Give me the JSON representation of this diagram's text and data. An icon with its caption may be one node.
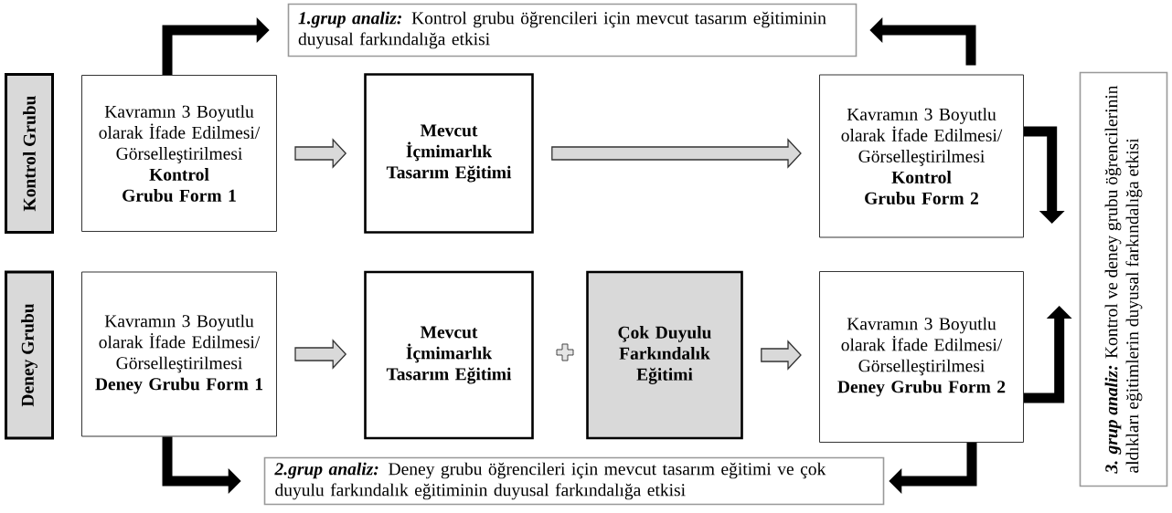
{
  "diagram": {
    "nodes": [
      {
        "text": [
          "1.grup analiz:",
          "Kontrol grubu öğrencileri için mevcut tasarım eğitiminin duyusal farkındalığa etkisi"
        ]
      },
      {
        "text": [
          "Kontrol Grubu"
        ]
      },
      {
        "text": [
          "Kavramın 3 Boyutlu olarak İfade Edilmesi/ Görselleştirilmesi",
          "Kontrol Grubu Form 1"
        ]
      },
      {
        "text": [
          "Mevcut İçmimarlık Tasarım Eğitimi"
        ]
      },
      {
        "text": [
          "Kavramın 3 Boyutlu olarak İfade Edilmesi/ Görselleştirilmesi",
          "Kontrol Grubu Form 2"
        ]
      },
      {
        "text": [
          "Deney Grubu"
        ]
      },
      {
        "text": [
          "Kavramın 3 Boyutlu olarak İfade Edilmesi/ Görselleştirilmesi",
          "Deney Grubu Form 1"
        ]
      },
      {
        "text": [
          "Mevcut İçmimarlık Tasarım Eğitimi"
        ]
      },
      {
        "text": [
          "Çok Duyulu Farkındalık Eğitimi"
        ]
      },
      {
        "text": [
          "Kavramın 3 Boyutlu olarak İfade Edilmesi/ Görselleştirilmesi",
          "Deney Grubu Form 2"
        ]
      },
      {
        "text": [
          "2.grup analiz:",
          "Deney grubu öğrencileri için mevcut tasarım eğitimi ve çok duyulu farkındalık eğitiminin duyusal farkındalığa etkisi"
        ]
      },
      {
        "text": [
          "3. grup analiz:",
          "Kontrol ve deney grubu öğrencilerinin aldıkları eğitimlerin duyusal farkındalığa etkisi"
        ]
      }
    ],
    "edges": [
      {
        "from": 2,
        "to": 3,
        "arrow": "to",
        "color": "#d9d9d9"
      },
      {
        "from": 3,
        "to": 4,
        "arrow": "to",
        "color": "#d9d9d9"
      },
      {
        "from": 2,
        "to": 0,
        "arrow": "to"
      },
      {
        "from": 4,
        "to": 0,
        "arrow": "to"
      },
      {
        "from": 4,
        "to": 11,
        "arrow": "to"
      },
      {
        "from": 6,
        "to": 7,
        "arrow": "to",
        "color": "#d9d9d9"
      },
      {
        "from": 8,
        "to": 9,
        "arrow": "to",
        "color": "#d9d9d9"
      },
      {
        "from": 9,
        "to": 11,
        "arrow": "to"
      },
      {
        "from": 6,
        "to": 10,
        "arrow": "to"
      },
      {
        "from": 9,
        "to": 10,
        "arrow": "to"
      }
    ]
  }
}
